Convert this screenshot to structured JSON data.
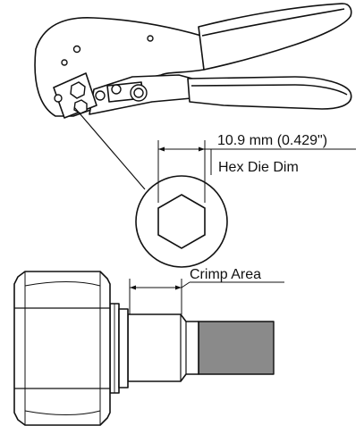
{
  "labels": {
    "hex_die_dimension": "10.9 mm (0.429\")",
    "hex_die_caption": "Hex Die Dim",
    "crimp_area": "Crimp Area"
  },
  "colors": {
    "line": "#111111",
    "cable_jacket": "#8a8a8a",
    "background": "#ffffff"
  }
}
